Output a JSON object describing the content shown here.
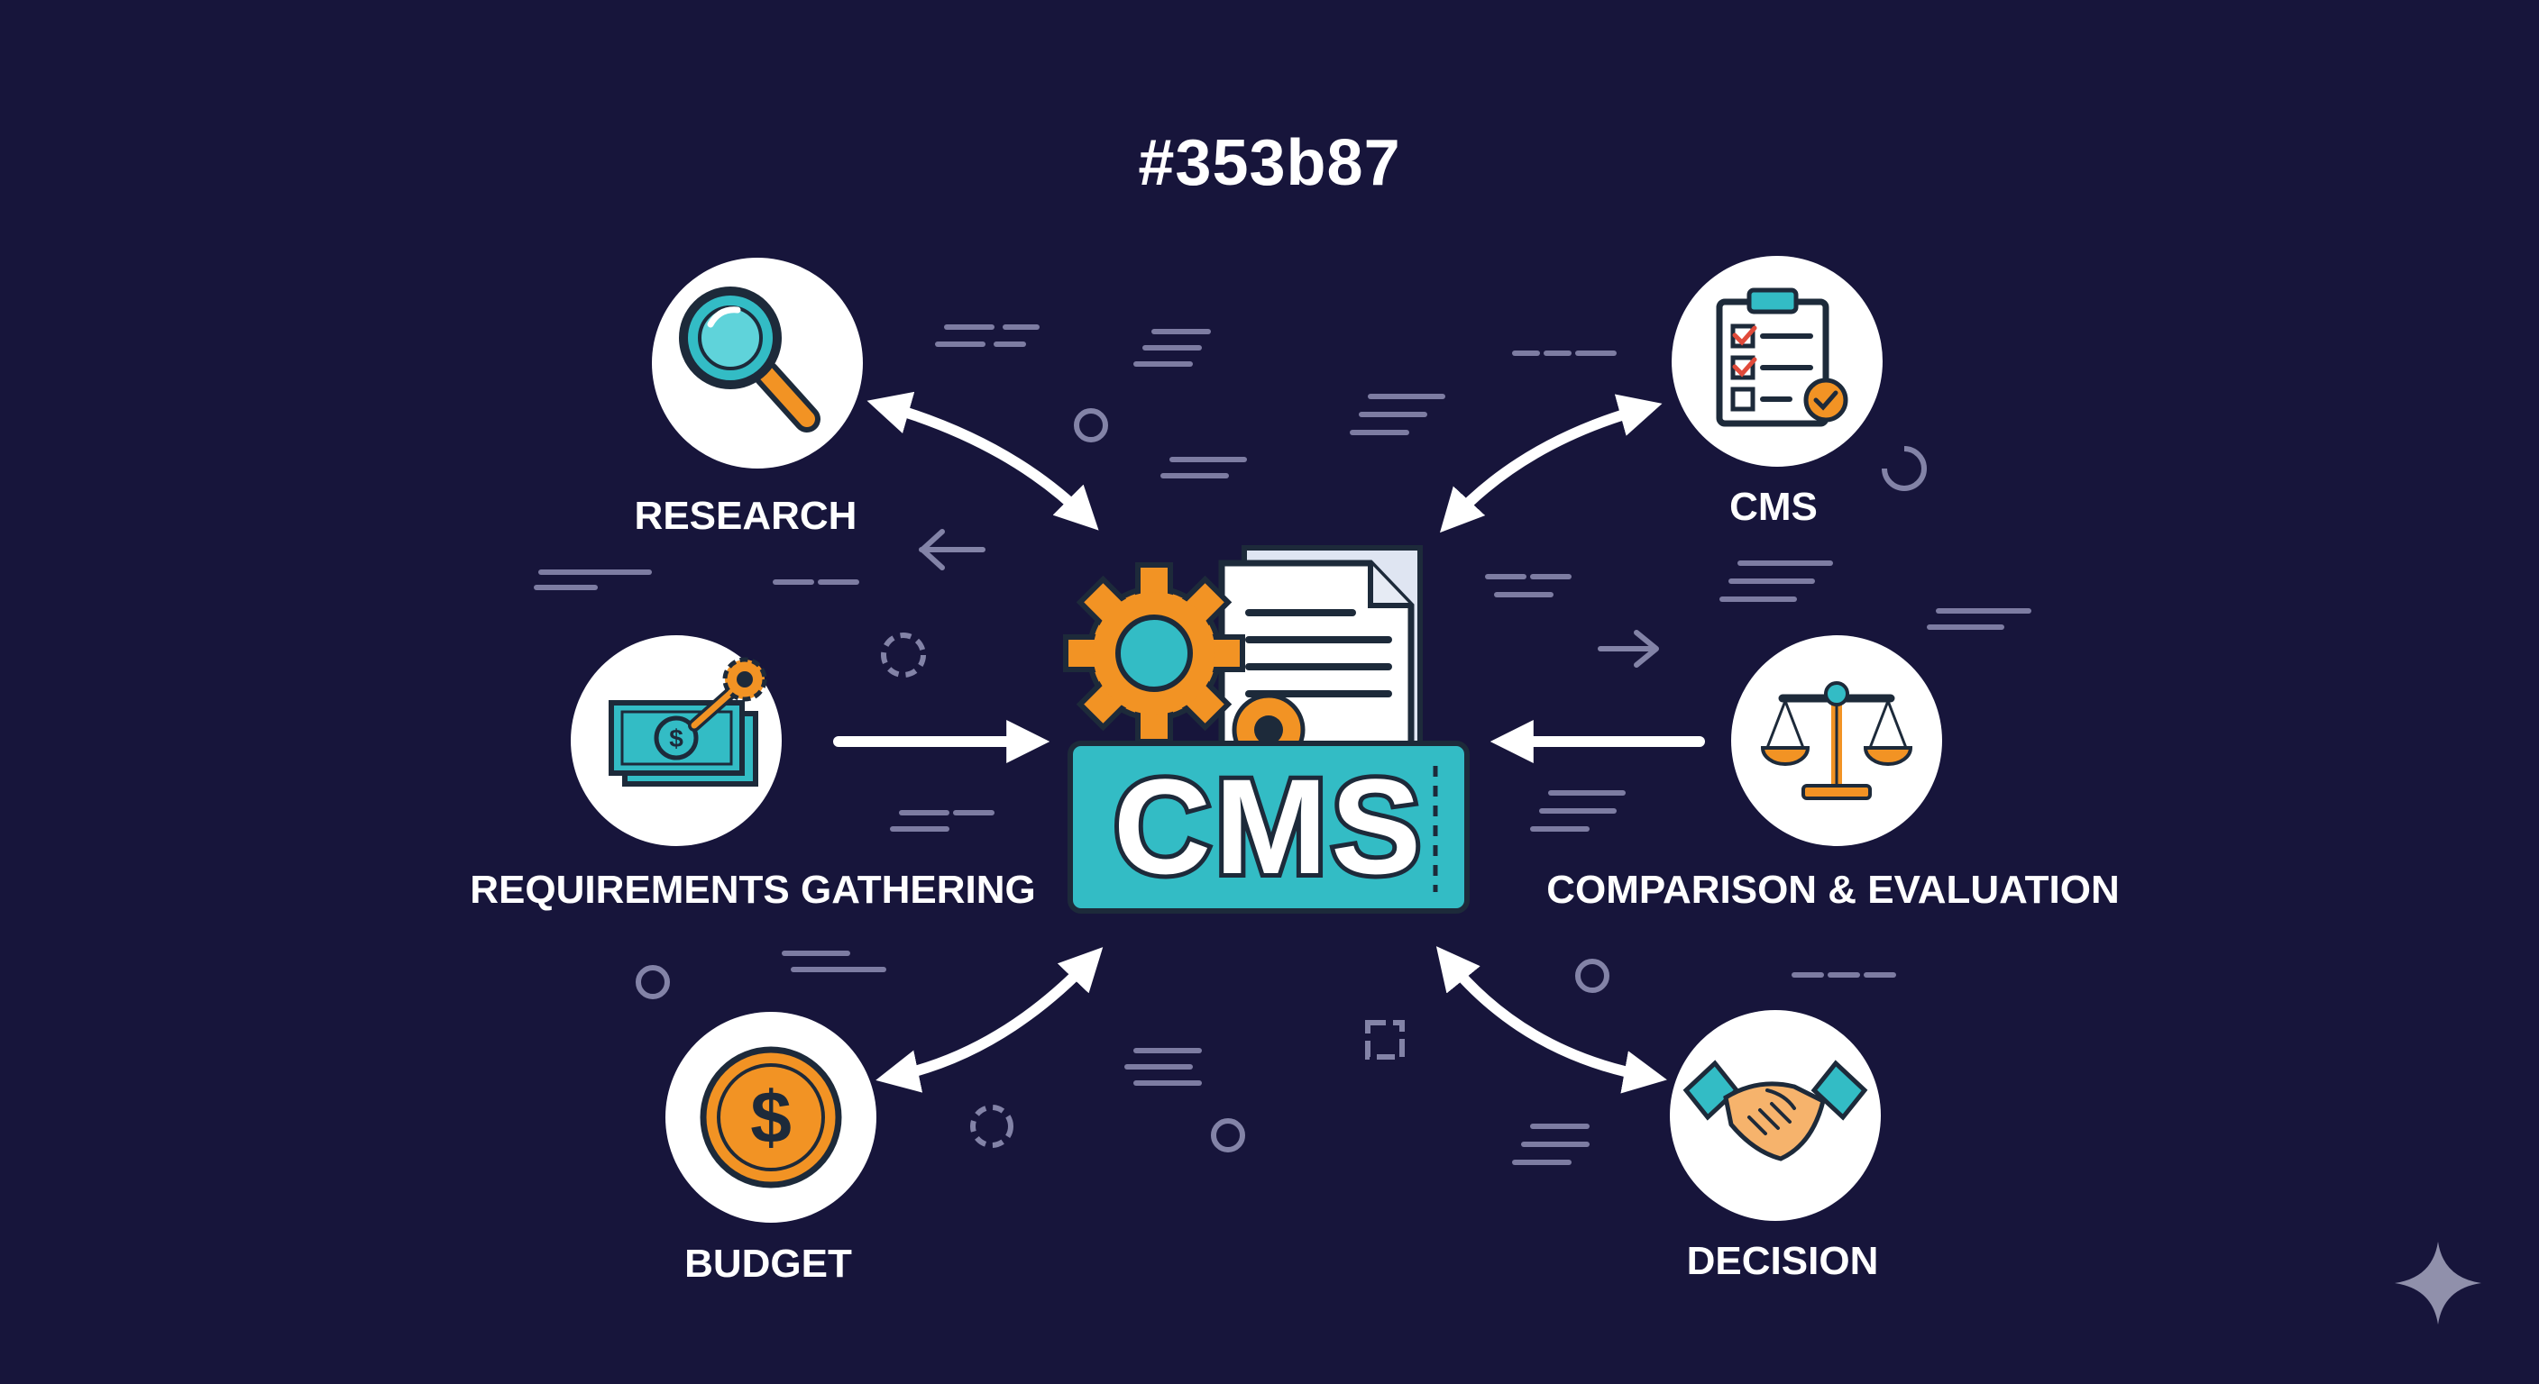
{
  "title": "#353b87",
  "center": {
    "label": "CMS"
  },
  "nodes": [
    {
      "label": "RESEARCH",
      "icon": "magnifier-icon"
    },
    {
      "label": "CMS",
      "icon": "checklist-icon"
    },
    {
      "label": "REQUIREMENTS GATHERING",
      "icon": "money-gear-icon"
    },
    {
      "label": "COMPARISON & EVALUATION",
      "icon": "scales-icon"
    },
    {
      "label": "BUDGET",
      "icon": "dollar-coin-icon"
    },
    {
      "label": "DECISION",
      "icon": "handshake-icon"
    }
  ],
  "colors": {
    "background": "#17153b",
    "accent_teal": "#33bcc5",
    "accent_orange": "#f29324",
    "outline": "#1d2a3a",
    "arrow": "#ffffff"
  }
}
